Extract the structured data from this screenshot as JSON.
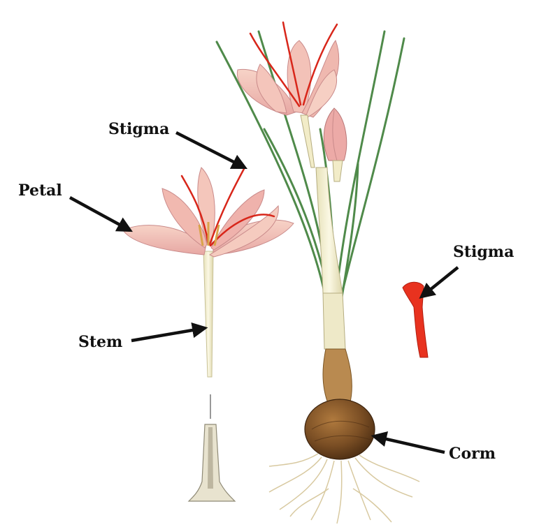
{
  "labels": {
    "stigma_top": "Stigma",
    "petal": "Petal",
    "stem": "Stem",
    "stigma_right": "Stigma",
    "corm": "Corm"
  },
  "colors": {
    "petal_fill": "#f2c1b6",
    "petal_vein": "#c98a8a",
    "stigma_red": "#d8261a",
    "stem_fill": "#f3f0d2",
    "leaf_green": "#4f8a4a",
    "corm_brown": "#7a4e24",
    "root_tan": "#d8c9a0",
    "arrow": "#111111"
  }
}
